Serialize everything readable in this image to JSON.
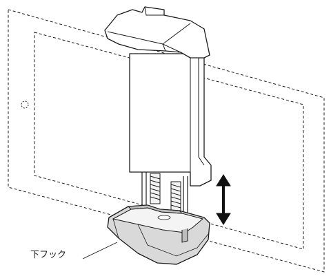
{
  "callout": {
    "label": "下フック"
  },
  "colors": {
    "stroke": "#1a1a1a",
    "hook_fill": "#d9d9d9",
    "hook_shadow": "#bdbdbd",
    "body_fill": "#ffffff",
    "arrow": "#111111"
  },
  "icons": {
    "motion_arrow": "double-headed-vertical-arrow",
    "spring": "coil-spring",
    "hole": "mounting-hole"
  }
}
